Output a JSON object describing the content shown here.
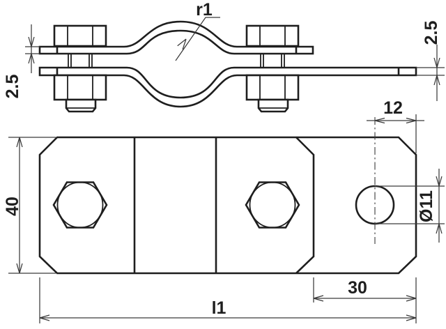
{
  "colors": {
    "background": "#ffffff",
    "line": "#1e1e1e"
  },
  "side_view": {
    "radius_label": "r1",
    "strap_thickness_left": "2.5",
    "strap_thickness_right": "2.5"
  },
  "plan_view": {
    "plate_height": "40",
    "hole_edge_distance": "12",
    "hole_diameter": "Ø11",
    "hole_center_to_end": "30",
    "overall_length": "l1"
  }
}
